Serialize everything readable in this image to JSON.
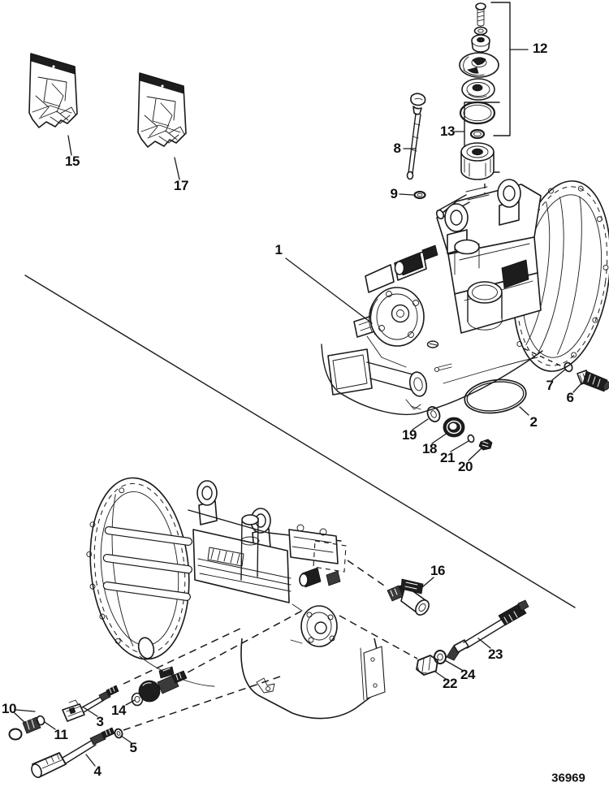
{
  "figure": {
    "drawing_number": "36969",
    "callouts": [
      {
        "label": "1"
      },
      {
        "label": "2"
      },
      {
        "label": "3"
      },
      {
        "label": "4"
      },
      {
        "label": "5"
      },
      {
        "label": "6"
      },
      {
        "label": "7"
      },
      {
        "label": "8"
      },
      {
        "label": "9"
      },
      {
        "label": "10"
      },
      {
        "label": "11"
      },
      {
        "label": "12"
      },
      {
        "label": "13"
      },
      {
        "label": "14"
      },
      {
        "label": "15"
      },
      {
        "label": "16"
      },
      {
        "label": "17"
      },
      {
        "label": "18"
      },
      {
        "label": "19"
      },
      {
        "label": "20"
      },
      {
        "label": "21"
      },
      {
        "label": "22"
      },
      {
        "label": "23"
      },
      {
        "label": "24"
      }
    ]
  }
}
